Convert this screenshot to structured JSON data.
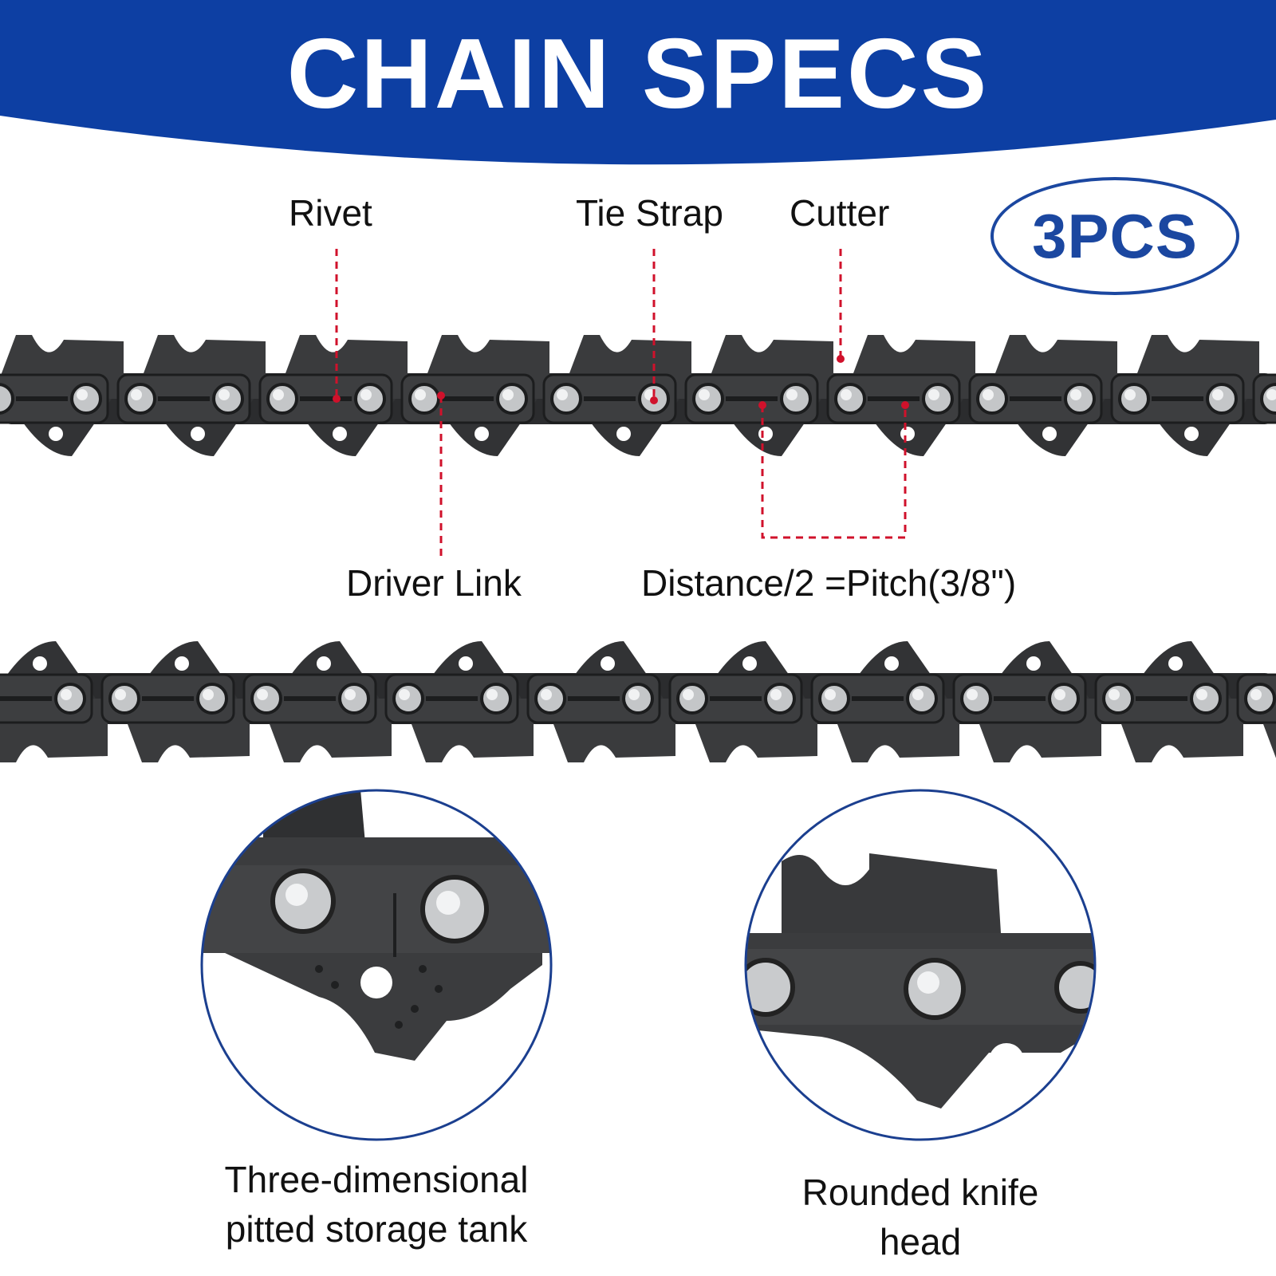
{
  "banner": {
    "title": "CHAIN SPECS",
    "color": "#0d3fa3"
  },
  "badge": {
    "text": "3PCS",
    "color": "#1b47a0"
  },
  "callouts": {
    "rivet": "Rivet",
    "tie_strap": "Tie Strap",
    "cutter": "Cutter",
    "driver_link": "Driver Link",
    "pitch": "Distance/2 =Pitch(3/8\")"
  },
  "callout_color": "#d0112b",
  "chain_color": "#3a3b3d",
  "details": [
    {
      "line1": "Three-dimensional",
      "line2": "pitted storage tank"
    },
    {
      "line1": "Rounded knife",
      "line2": "head"
    }
  ]
}
